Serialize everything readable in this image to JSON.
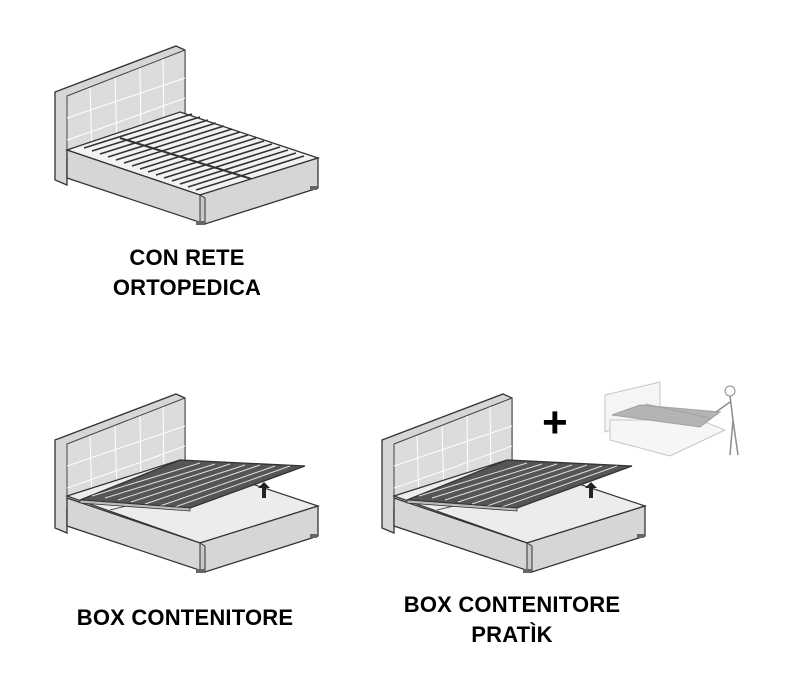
{
  "options": [
    {
      "id": "rete",
      "lines": [
        "CON RETE",
        "ORTOPEDICA"
      ]
    },
    {
      "id": "box",
      "lines": [
        "BOX CONTENITORE"
      ]
    },
    {
      "id": "pratik",
      "lines": [
        "BOX CONTENITORE",
        "PRATÌK"
      ]
    }
  ],
  "plus_sign": "+",
  "colors": {
    "fill": "#d9d9d9",
    "stroke": "#333333",
    "text": "#000000"
  },
  "icons": [
    "bed-slatted-base-illustration",
    "bed-storage-box-illustration",
    "bed-pratik-lift-illustration",
    "person-lifting-illustration"
  ]
}
